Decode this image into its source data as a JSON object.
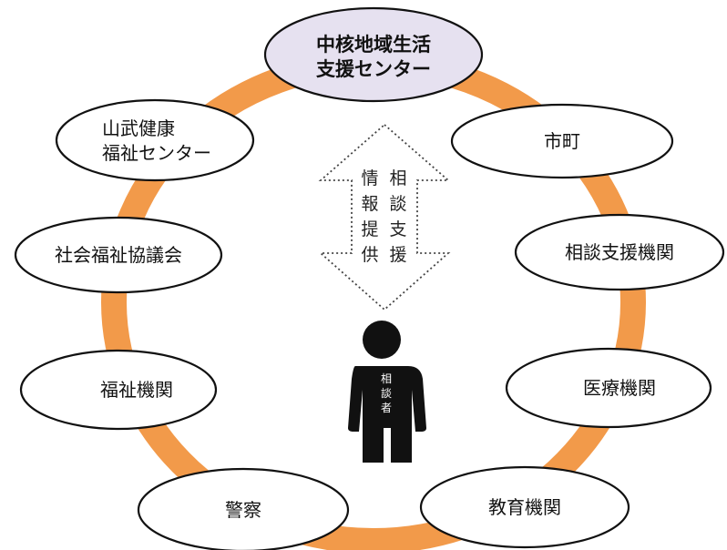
{
  "colors": {
    "ring": "#F29A4A",
    "center_fill": "#E6E1F0",
    "node_fill": "#FFFFFF",
    "node_stroke": "#111111",
    "person": "#111111"
  },
  "center": {
    "line1": "中核地域生活",
    "line2": "支援センター"
  },
  "nodes": {
    "yamatake": {
      "line1": "山武健康",
      "line2": "福祉センター"
    },
    "shimachi": {
      "label": "市町"
    },
    "shakai": {
      "label": "社会福祉協議会"
    },
    "soudan": {
      "label": "相談支援機関"
    },
    "fukushi": {
      "label": "福祉機関"
    },
    "iryou": {
      "label": "医療機関"
    },
    "keisatsu": {
      "label": "警察"
    },
    "kyouiku": {
      "label": "教育機関"
    }
  },
  "arrow": {
    "col_left": [
      "情",
      "報",
      "提",
      "供"
    ],
    "col_right": [
      "相",
      "談",
      "支",
      "援"
    ]
  },
  "person": {
    "chars": [
      "相",
      "談",
      "者"
    ]
  }
}
